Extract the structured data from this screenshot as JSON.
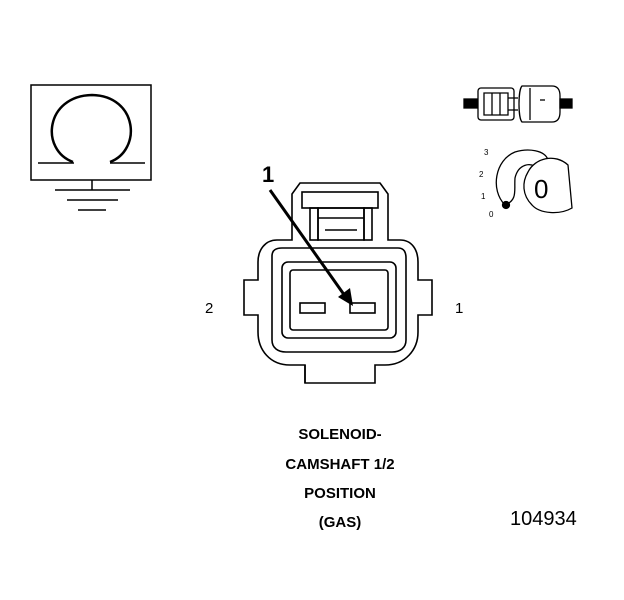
{
  "callout": {
    "number": "1"
  },
  "pins": {
    "left": "2",
    "right": "1"
  },
  "caption": {
    "line1": "SOLENOID-",
    "line2": "CAMSHAFT 1/2",
    "line3": "POSITION",
    "line4": "(GAS)"
  },
  "figure_id": "104934",
  "position_scale": {
    "labels": [
      "3",
      "2",
      "1",
      "0"
    ],
    "indicator": "0"
  },
  "icons": {
    "component_symbol": "omega-ground-icon",
    "connector_pair": "connector-mating-icon",
    "locking_key": "connector-key-icon"
  }
}
